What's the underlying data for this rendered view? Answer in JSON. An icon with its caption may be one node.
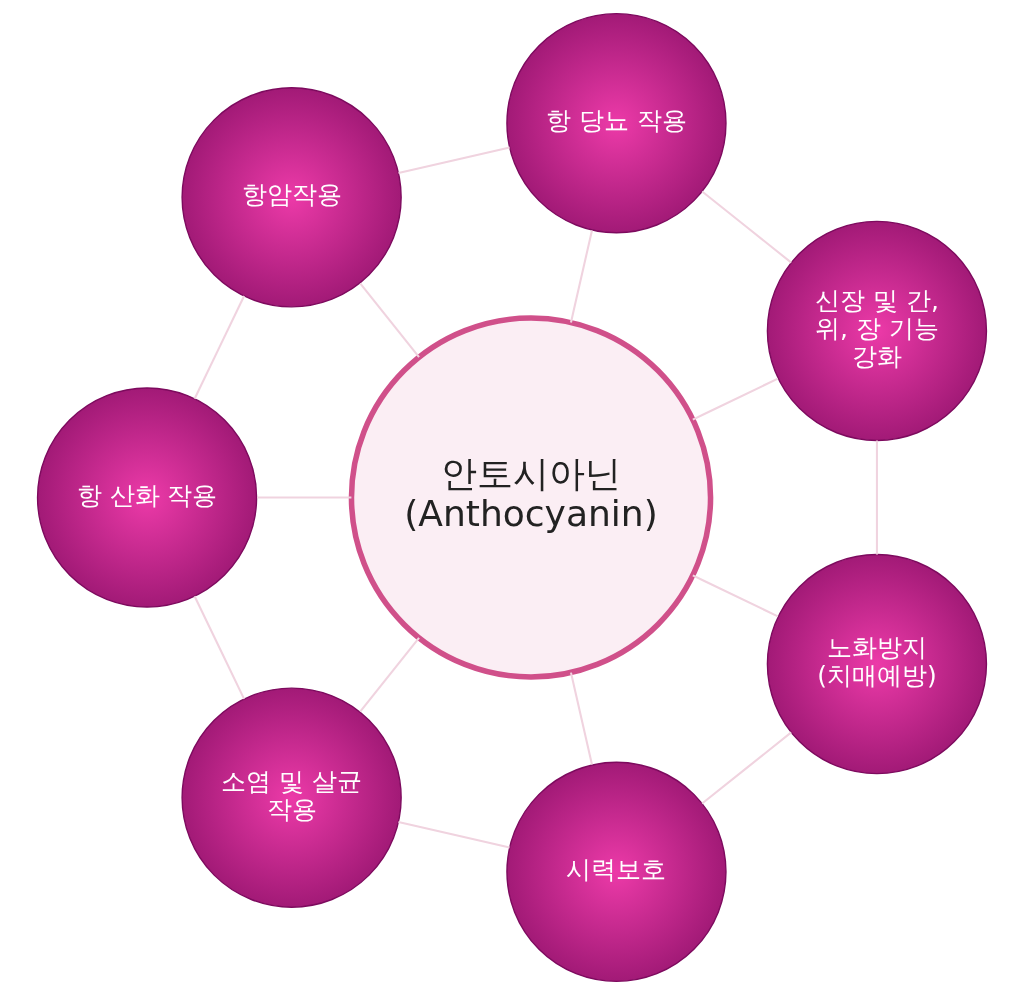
{
  "diagram": {
    "nodes": [
      {
        "text": [
          "안토시아닌 (Anthocyanin)"
        ]
      },
      {
        "text": [
          "신장 및 간, 위, 장 기능 강화"
        ]
      },
      {
        "text": [
          "항 당뇨 작용"
        ]
      },
      {
        "text": [
          "항암작용"
        ]
      },
      {
        "text": [
          "항 산화 작용"
        ]
      },
      {
        "text": [
          "소염 및 살균 작용"
        ]
      },
      {
        "text": [
          "시력보호"
        ]
      },
      {
        "text": [
          "노화방지 (치매예방)"
        ]
      }
    ],
    "edges": [
      {
        "from": 0,
        "to": 1,
        "arrow": "none"
      },
      {
        "from": 0,
        "to": 2,
        "arrow": "none"
      },
      {
        "from": 0,
        "to": 3,
        "arrow": "none"
      },
      {
        "from": 0,
        "to": 4,
        "arrow": "none"
      },
      {
        "from": 0,
        "to": 5,
        "arrow": "none"
      },
      {
        "from": 0,
        "to": 6,
        "arrow": "none"
      },
      {
        "from": 0,
        "to": 7,
        "arrow": "none"
      },
      {
        "from": 1,
        "to": 2,
        "arrow": "none"
      },
      {
        "from": 2,
        "to": 3,
        "arrow": "none"
      },
      {
        "from": 3,
        "to": 4,
        "arrow": "none"
      },
      {
        "from": 4,
        "to": 5,
        "arrow": "none"
      },
      {
        "from": 5,
        "to": 6,
        "arrow": "none"
      },
      {
        "from": 6,
        "to": 7,
        "arrow": "none"
      },
      {
        "from": 7,
        "to": 1,
        "arrow": "none"
      }
    ]
  }
}
